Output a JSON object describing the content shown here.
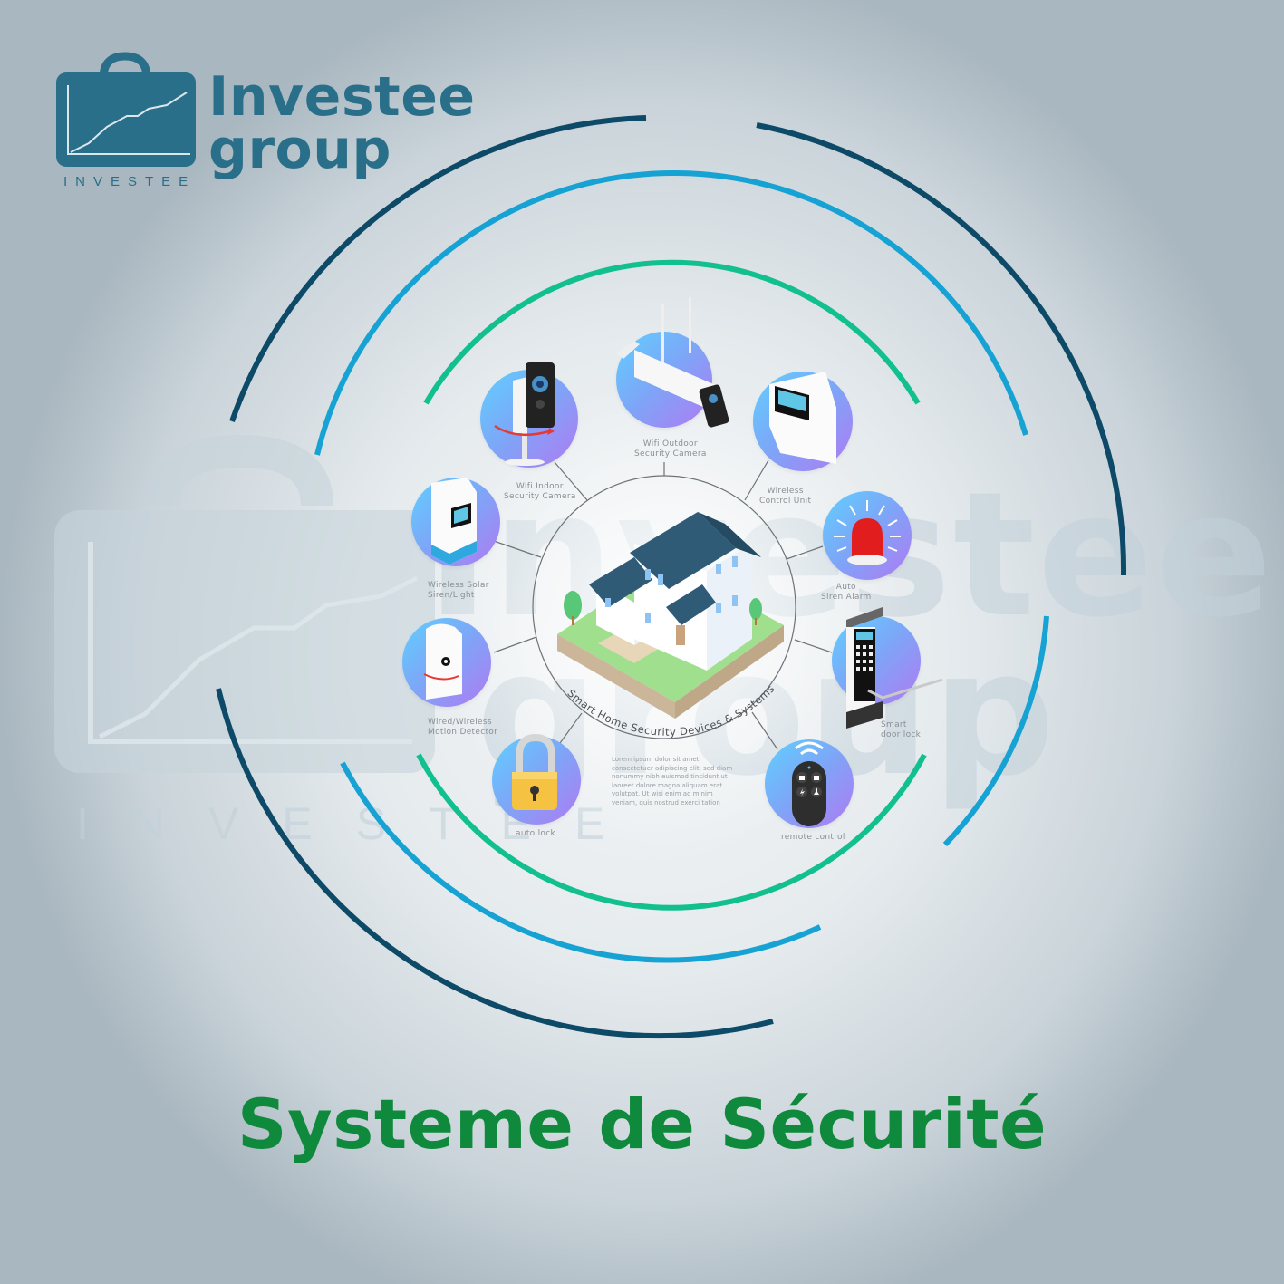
{
  "brand": {
    "name_line1": "Investee",
    "name_line2": "group",
    "subtitle": "INVESTEE",
    "color": "#2a6f89"
  },
  "watermark": {
    "line1": "Investee",
    "line2": "group",
    "subtitle": "INVESTEE"
  },
  "diagram": {
    "center_caption": "Smart Home Security Devices & Systems",
    "description": "Lorem ipsum dolor sit amet, consectetuer adipiscing elit, sed diam nonummy nibh euismod tincidunt ut laoreet dolore magna aliquam erat volutpat. Ut wisi enim ad minim veniam, quis nostrud exerci tation",
    "devices": [
      {
        "id": "indoor-camera",
        "line1": "Wifi Indoor",
        "line2": "Security Camera",
        "icon": "indoor-camera-icon"
      },
      {
        "id": "outdoor-camera",
        "line1": "Wifi Outdoor",
        "line2": "Security Camera",
        "icon": "outdoor-camera-icon"
      },
      {
        "id": "control-unit",
        "line1": "Wireless",
        "line2": "Control Unit",
        "icon": "control-panel-icon"
      },
      {
        "id": "solar-siren",
        "line1": "Wireless Solar",
        "line2": "Siren/Light",
        "icon": "solar-siren-icon"
      },
      {
        "id": "siren-alarm",
        "line1": "Auto",
        "line2": "Siren Alarm",
        "icon": "siren-icon"
      },
      {
        "id": "motion-detector",
        "line1": "Wired/Wireless",
        "line2": "Motion Detector",
        "icon": "motion-sensor-icon"
      },
      {
        "id": "door-lock",
        "line1": "Smart",
        "line2": "door lock",
        "icon": "keypad-lock-icon"
      },
      {
        "id": "auto-lock",
        "line1": "auto lock",
        "line2": "",
        "icon": "padlock-icon"
      },
      {
        "id": "remote-control",
        "line1": "remote control",
        "line2": "",
        "icon": "key-fob-icon"
      }
    ]
  },
  "colors": {
    "arc_outer": "#0d4a68",
    "arc_middle": "#17a2d4",
    "arc_inner": "#12c08f",
    "title": "#0f8a3c"
  },
  "title": "Systeme de Sécurité"
}
